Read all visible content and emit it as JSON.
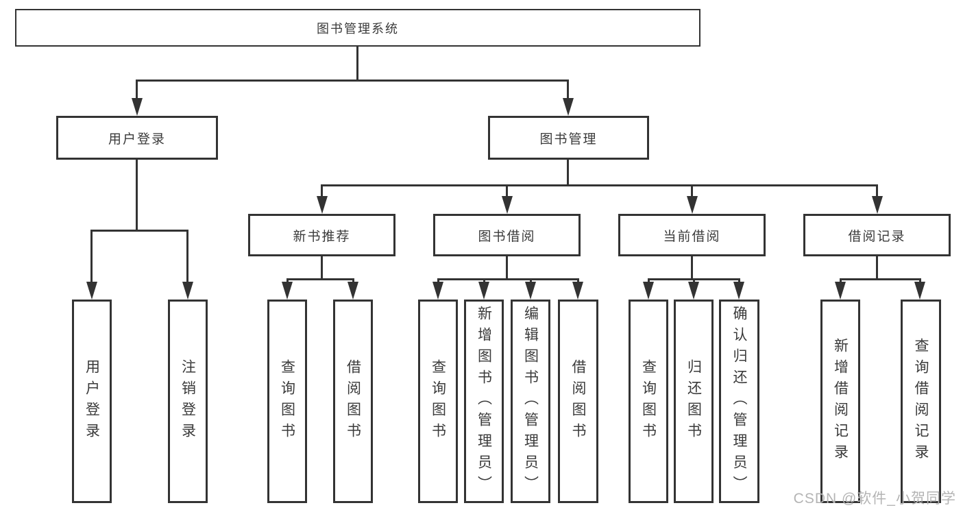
{
  "tree": {
    "root": "图书管理系统",
    "level2": [
      "用户登录",
      "图书管理"
    ],
    "level3": [
      "新书推荐",
      "图书借阅",
      "当前借阅",
      "借阅记录"
    ],
    "leaves": {
      "user_login": [
        "用户登录",
        "注销登录"
      ],
      "new_book_recommend": [
        "查询图书",
        "借阅图书"
      ],
      "book_borrow": [
        "查询图书",
        "新增图书（管理员）",
        "编辑图书（管理员）",
        "借阅图书"
      ],
      "current_borrow": [
        "查询图书",
        "归还图书",
        "确认归还（管理员）"
      ],
      "borrow_records": [
        "新增借阅记录",
        "查询借阅记录"
      ]
    }
  },
  "watermark": "CSDN @软件_小贺同学",
  "colors": {
    "line": "#333333",
    "text": "#3a3a3a",
    "watermark": "#b4b4b4",
    "background": "#ffffff"
  }
}
